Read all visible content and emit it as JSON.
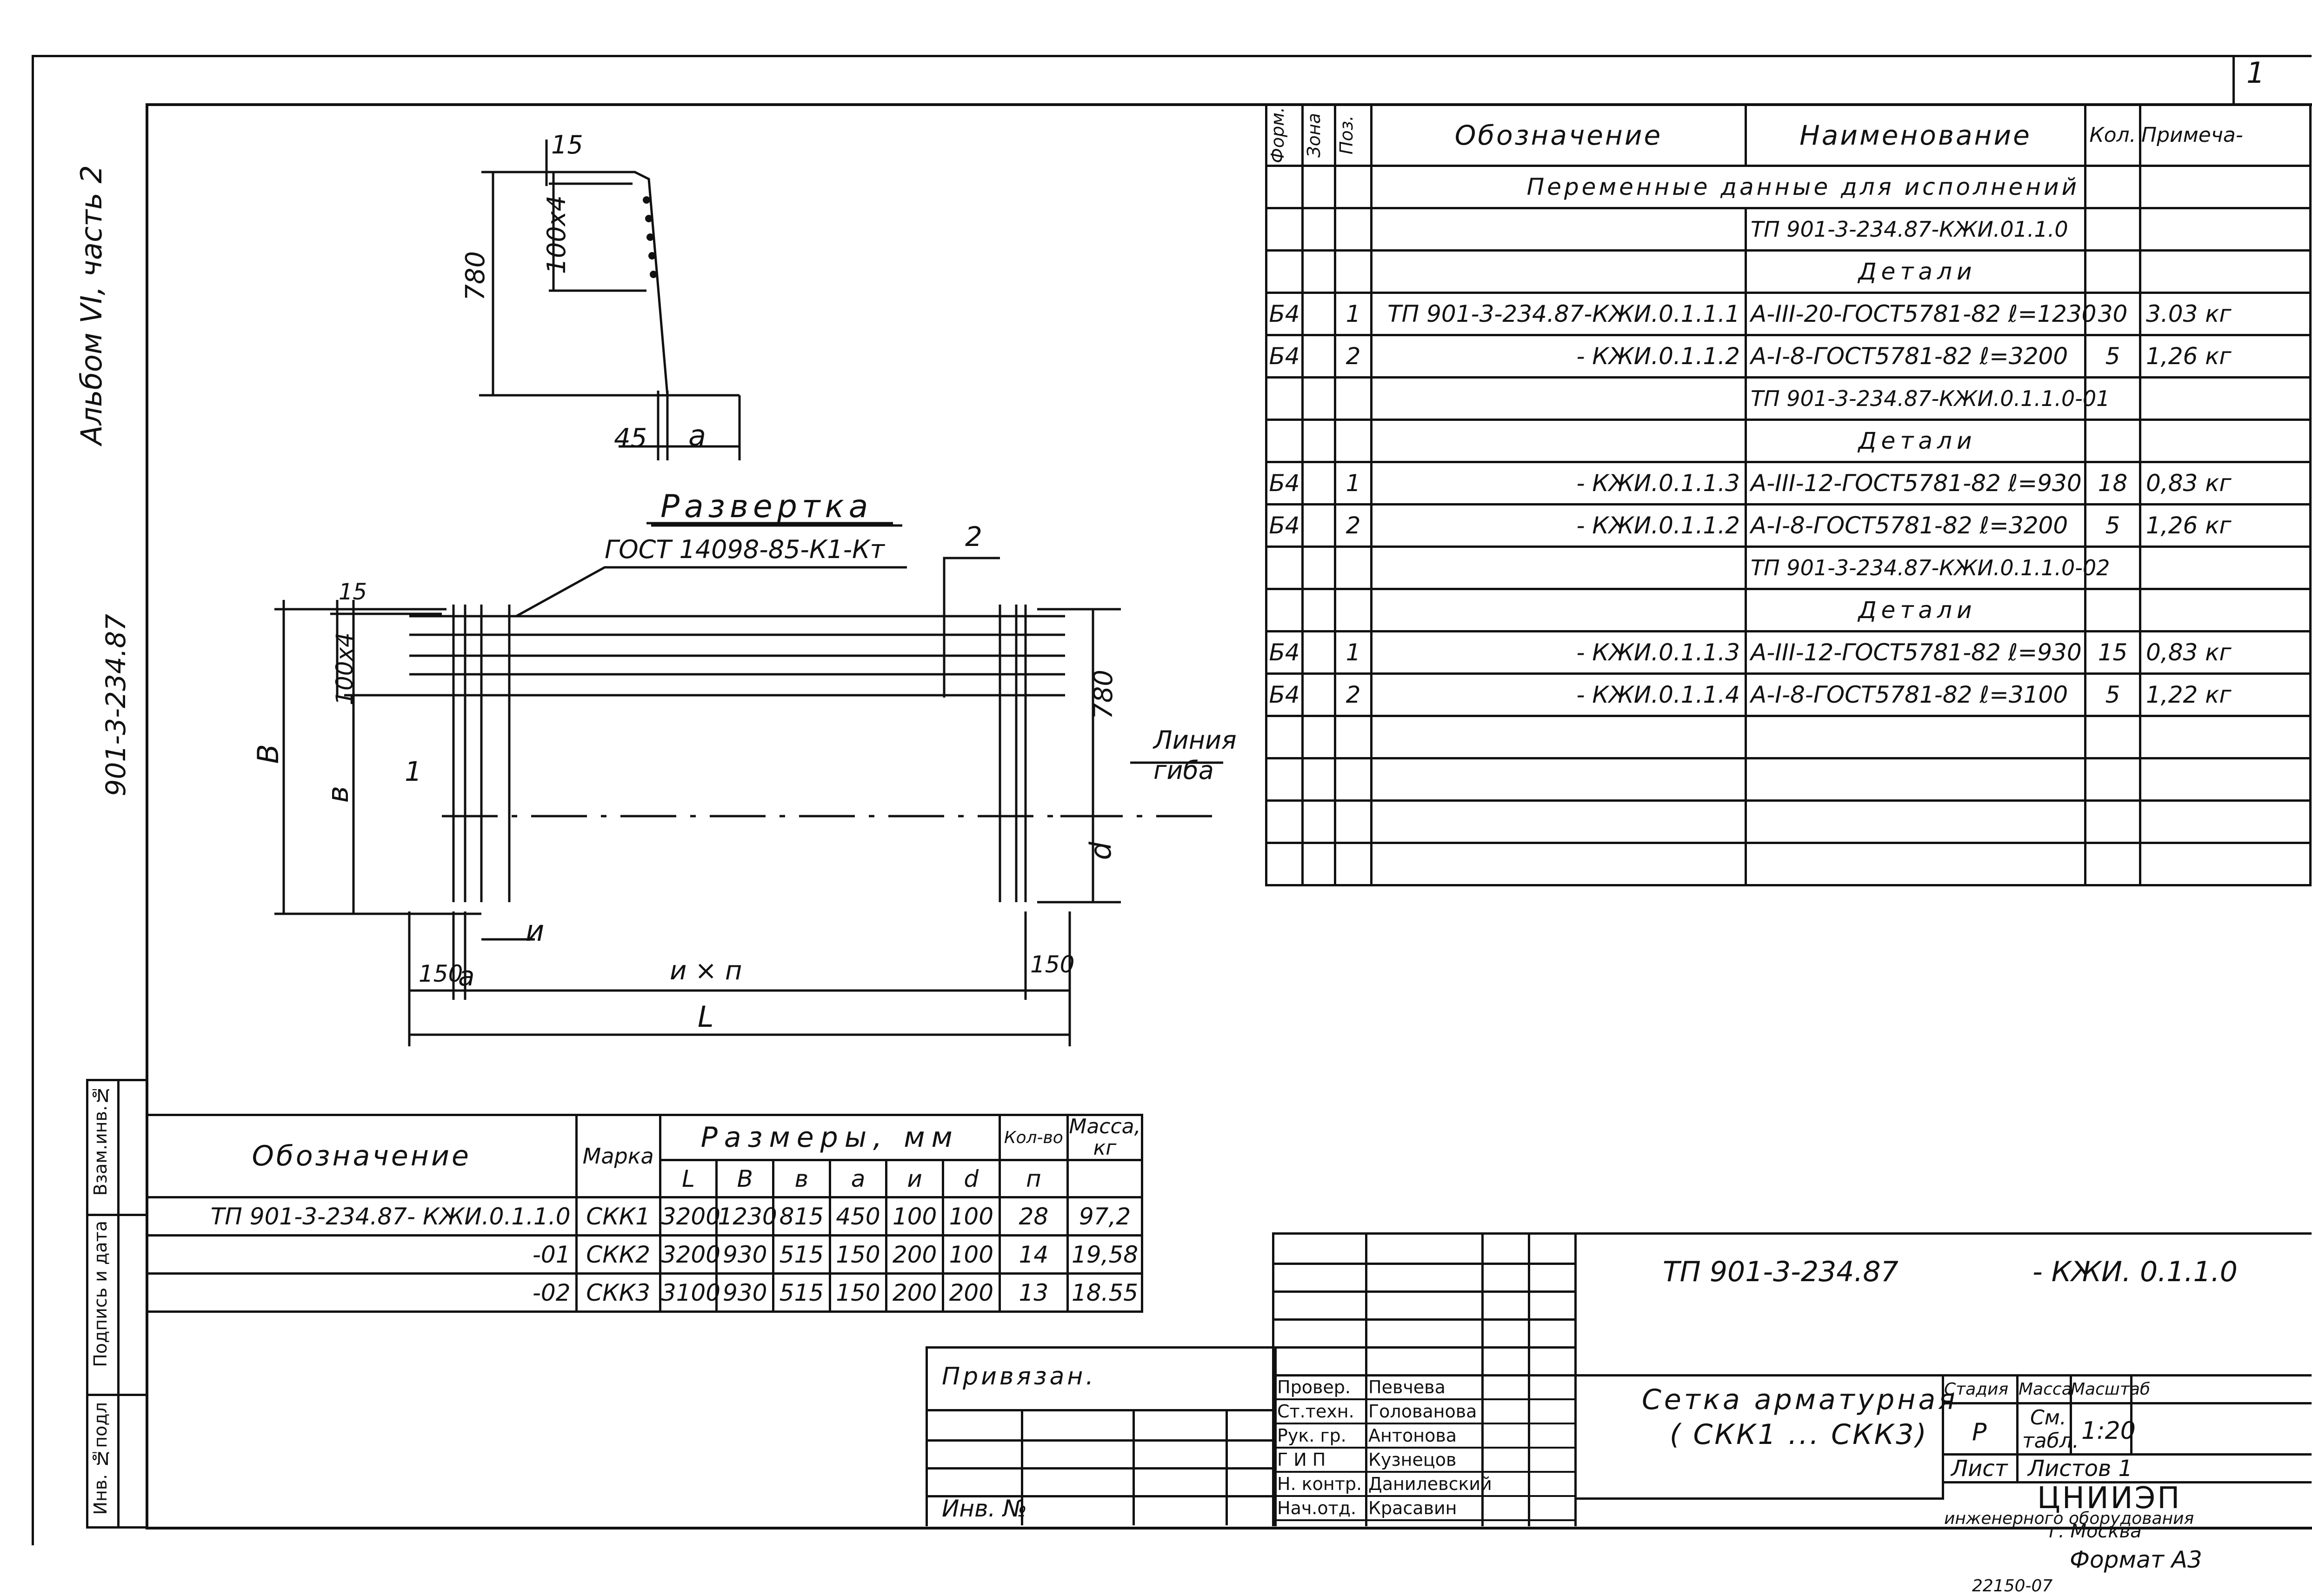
{
  "sheet_number": "1",
  "left_margin": {
    "album": "Альбом VI, часть 2",
    "project_code": "901-3-234.87",
    "stamp_cells": [
      "Инв. №подл",
      "Подпись и дата",
      "Взам.инв.№"
    ]
  },
  "drawing": {
    "bend_section_dims": {
      "top": "15",
      "spacing": "100x4",
      "height": "780",
      "offset": "45",
      "a": "a"
    },
    "razvertka_title": "Развертка",
    "gost_callout": "ГОСТ 14098-85-К1-Кт",
    "pos_labels": {
      "p1": "1",
      "p2": "2"
    },
    "dims": {
      "B": "В",
      "b": "в",
      "d": "d",
      "spacing_top": "15",
      "spacing_vert": "100x4",
      "height": "780",
      "u": "и",
      "left_end": "150",
      "a": "a",
      "u_n": "и × п",
      "right_end": "150",
      "L": "L"
    },
    "bend_line": [
      "Линия",
      "гиба"
    ]
  },
  "spec_table": {
    "headers": {
      "form": "Форм.",
      "zone": "Зона",
      "pos": "Поз.",
      "designation": "Обозначение",
      "name": "Наименование",
      "qty": "Кол.",
      "note": "Примеча-"
    },
    "rows": [
      {
        "form": "",
        "pos": "",
        "designation": "Переменные данные для исполнений",
        "name": "",
        "qty": "",
        "note": "",
        "kind": "span"
      },
      {
        "form": "",
        "pos": "",
        "designation": "",
        "name": "ТП 901-3-234.87-КЖИ.01.1.0",
        "qty": "",
        "note": "",
        "kind": "underlined"
      },
      {
        "form": "",
        "pos": "",
        "designation": "",
        "name": "Детали",
        "qty": "",
        "note": "",
        "kind": "heading"
      },
      {
        "form": "Б4",
        "pos": "1",
        "designation": "ТП 901-3-234.87-КЖИ.0.1.1.1",
        "name": "А-III-20-ГОСТ5781-82 ℓ=1230",
        "qty": "30",
        "note": "3.03 кг",
        "kind": "row"
      },
      {
        "form": "Б4",
        "pos": "2",
        "designation": "- КЖИ.0.1.1.2",
        "name": "А-I-8-ГОСТ5781-82 ℓ=3200",
        "qty": "5",
        "note": "1,26 кг",
        "kind": "row"
      },
      {
        "form": "",
        "pos": "",
        "designation": "",
        "name": "ТП 901-3-234.87-КЖИ.0.1.1.0-01",
        "qty": "",
        "note": "",
        "kind": "underlined"
      },
      {
        "form": "",
        "pos": "",
        "designation": "",
        "name": "Детали",
        "qty": "",
        "note": "",
        "kind": "heading"
      },
      {
        "form": "Б4",
        "pos": "1",
        "designation": "- КЖИ.0.1.1.3",
        "name": "А-III-12-ГОСТ5781-82 ℓ=930",
        "qty": "18",
        "note": "0,83 кг",
        "kind": "row"
      },
      {
        "form": "Б4",
        "pos": "2",
        "designation": "- КЖИ.0.1.1.2",
        "name": "А-I-8-ГОСТ5781-82 ℓ=3200",
        "qty": "5",
        "note": "1,26 кг",
        "kind": "row"
      },
      {
        "form": "",
        "pos": "",
        "designation": "",
        "name": "ТП 901-3-234.87-КЖИ.0.1.1.0-02",
        "qty": "",
        "note": "",
        "kind": "underlined"
      },
      {
        "form": "",
        "pos": "",
        "designation": "",
        "name": "Детали",
        "qty": "",
        "note": "",
        "kind": "heading"
      },
      {
        "form": "Б4",
        "pos": "1",
        "designation": "- КЖИ.0.1.1.3",
        "name": "А-III-12-ГОСТ5781-82 ℓ=930",
        "qty": "15",
        "note": "0,83 кг",
        "kind": "row"
      },
      {
        "form": "Б4",
        "pos": "2",
        "designation": "- КЖИ.0.1.1.4",
        "name": "А-I-8-ГОСТ5781-82 ℓ=3100",
        "qty": "5",
        "note": "1,22 кг",
        "kind": "row"
      }
    ]
  },
  "dims_table": {
    "headers": {
      "designation": "Обозначение",
      "mark": "Марка",
      "sizes": "Размеры, мм",
      "qty": "Кол-во",
      "mass": "Масса, кг",
      "sub": [
        "L",
        "В",
        "в",
        "a",
        "и",
        "d",
        "п"
      ]
    },
    "rows": [
      {
        "designation": "ТП 901-3-234.87- КЖИ.0.1.1.0",
        "mark": "СКК1",
        "L": "3200",
        "B": "1230",
        "b": "815",
        "a": "450",
        "u": "100",
        "d": "100",
        "n": "28",
        "mass": "97,2"
      },
      {
        "designation": "-01",
        "mark": "СКК2",
        "L": "3200",
        "B": "930",
        "b": "515",
        "a": "150",
        "u": "200",
        "d": "100",
        "n": "14",
        "mass": "19,58"
      },
      {
        "designation": "-02",
        "mark": "СКК3",
        "L": "3100",
        "B": "930",
        "b": "515",
        "a": "150",
        "u": "200",
        "d": "200",
        "n": "13",
        "mass": "18.55"
      }
    ]
  },
  "privyazan": {
    "label": "Привязан.",
    "inv": "Инв. №"
  },
  "title_block": {
    "doc_code": "ТП 901-3-234.87",
    "doc_suffix": "- КЖИ. 0.1.1.0",
    "title": [
      "Сетка арматурная",
      "( СКК1 ... СКК3)"
    ],
    "stage_h": "Стадия",
    "mass_h": "Масса",
    "scale_h": "Масштаб",
    "stage": "Р",
    "mass": [
      "См.",
      "табл."
    ],
    "scale": "1:20",
    "sheet": "Лист",
    "sheets": "Листов 1",
    "org": [
      "ЦНИИЭП",
      "инженерного оборудования",
      "г. Москва"
    ],
    "roles": [
      {
        "role": "Провер.",
        "name": "Певчева"
      },
      {
        "role": "Ст.техн.",
        "name": "Голованова"
      },
      {
        "role": "Рук. гр.",
        "name": "Антонова"
      },
      {
        "role": "Г И П",
        "name": "Кузнецов"
      },
      {
        "role": "Н. контр.",
        "name": "Данилевский"
      },
      {
        "role": "Нач.отд.",
        "name": "Красавин"
      }
    ]
  },
  "format": "Формат А3",
  "archive_number": "22150-07"
}
